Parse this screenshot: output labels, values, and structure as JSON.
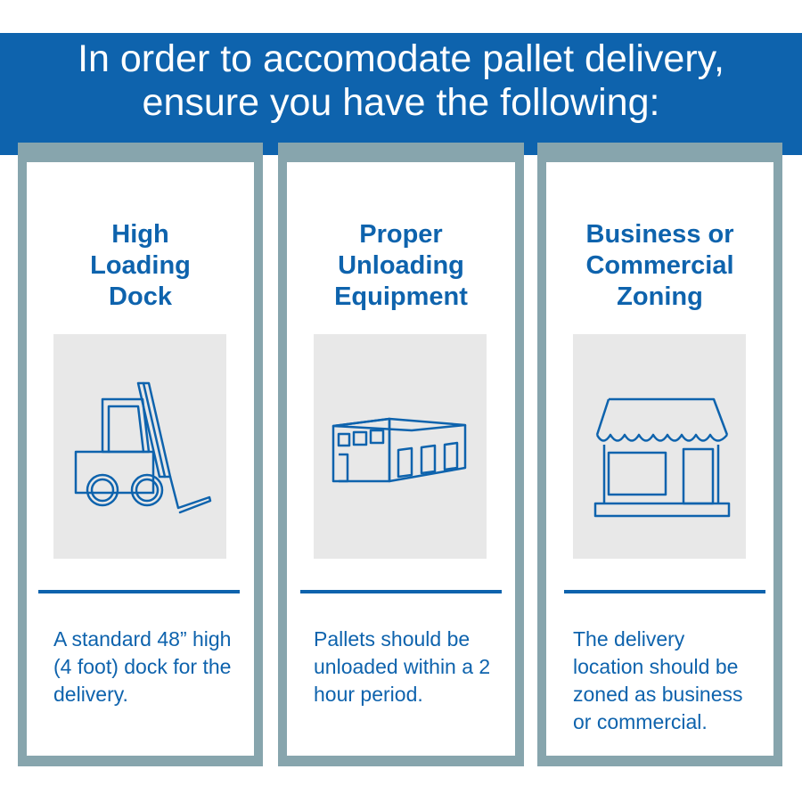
{
  "banner": {
    "line1": "In order to accomodate pallet delivery,",
    "line2": "ensure you have the following:"
  },
  "cards": [
    {
      "title_lines": [
        "High",
        "Loading",
        "Dock"
      ],
      "icon": "forklift-icon",
      "description": "A standard 48” high (4 foot) dock for the delivery."
    },
    {
      "title_lines": [
        "Proper",
        "Unloading",
        "Equipment"
      ],
      "icon": "warehouse-icon",
      "description": "Pallets should be unloaded within a 2 hour period."
    },
    {
      "title_lines": [
        "Business or",
        "Commercial",
        "Zoning"
      ],
      "icon": "storefront-icon",
      "description": "The delivery location should be zoned as business or commercial."
    }
  ],
  "colors": {
    "brand_blue": "#0e63ad",
    "card_frame": "#87a5ad",
    "icon_background": "#e8e8e8"
  }
}
